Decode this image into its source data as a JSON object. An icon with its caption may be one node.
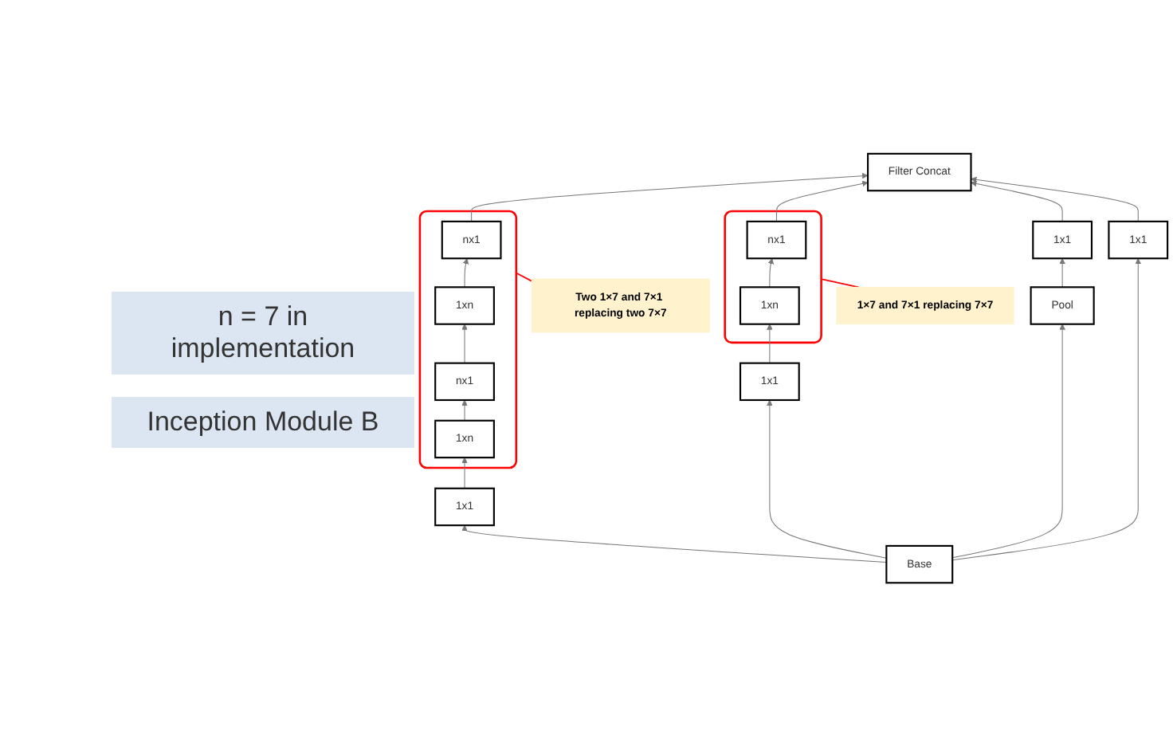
{
  "diagram": {
    "nodes": [
      {
        "text": [
          "Filter Concat"
        ]
      },
      {
        "text": [],
        "shape": "box"
      },
      {
        "text": [
          "nx1"
        ],
        "in": 1
      },
      {
        "text": [
          "1xn"
        ],
        "in": 1
      },
      {
        "text": [
          "nx1"
        ],
        "in": 1
      },
      {
        "text": [
          "1xn"
        ],
        "in": 1
      },
      {
        "text": [],
        "shape": "box"
      },
      {
        "text": [
          "nx1"
        ],
        "in": 6
      },
      {
        "text": [
          "1xn"
        ],
        "in": 6
      },
      {
        "text": [
          "1x1"
        ]
      },
      {
        "text": [
          "1x1"
        ]
      },
      {
        "text": [
          "1x1"
        ]
      },
      {
        "text": [
          "Pool"
        ]
      },
      {
        "text": [
          "1x1"
        ]
      },
      {
        "text": [
          "Base"
        ]
      },
      {
        "text": [
          "Two 1×7 and 7×1 replacing two 7×7"
        ]
      },
      {
        "text": [
          "1×7 and 7×1 replacing 7×7"
        ]
      }
    ],
    "edges": [
      {
        "from": 14,
        "to": 10,
        "arrow": "to"
      },
      {
        "from": 14,
        "to": 11,
        "arrow": "to"
      },
      {
        "from": 14,
        "to": 12,
        "arrow": "to"
      },
      {
        "from": 14,
        "to": 13,
        "arrow": "to"
      },
      {
        "from": 10,
        "to": 5,
        "arrow": "to"
      },
      {
        "from": 5,
        "to": 4,
        "arrow": "to"
      },
      {
        "from": 4,
        "to": 3,
        "arrow": "to"
      },
      {
        "from": 3,
        "to": 2,
        "arrow": "to"
      },
      {
        "from": 2,
        "to": 0,
        "arrow": "to"
      },
      {
        "from": 11,
        "to": 8,
        "arrow": "to"
      },
      {
        "from": 8,
        "to": 7,
        "arrow": "to"
      },
      {
        "from": 7,
        "to": 0,
        "arrow": "to"
      },
      {
        "from": 12,
        "to": 9,
        "arrow": "to"
      },
      {
        "from": 9,
        "to": 0,
        "arrow": "to"
      },
      {
        "from": 13,
        "to": 0,
        "arrow": "to"
      },
      {
        "from": 15,
        "to": 1,
        "arrow": "none",
        "color": "#ff0000"
      },
      {
        "from": 16,
        "to": 6,
        "arrow": "none",
        "color": "#ff0000"
      }
    ],
    "labels": [
      "n = 7 in implementation",
      "Inception Module B"
    ]
  }
}
